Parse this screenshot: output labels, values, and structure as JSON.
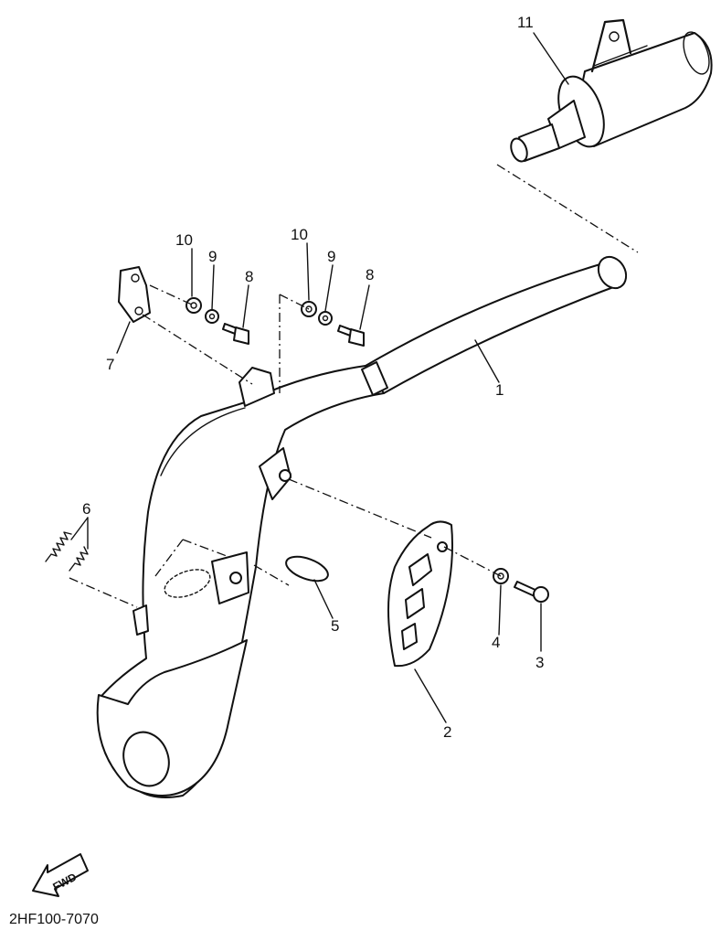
{
  "callouts": {
    "c1": "1",
    "c2": "2",
    "c3": "3",
    "c4": "4",
    "c5": "5",
    "c6": "6",
    "c7": "7",
    "c8a": "8",
    "c8b": "8",
    "c9a": "9",
    "c9b": "9",
    "c10a": "10",
    "c10b": "10",
    "c11": "11"
  },
  "fwd_label": "FWD",
  "diagram_code": "2HF100-7070"
}
